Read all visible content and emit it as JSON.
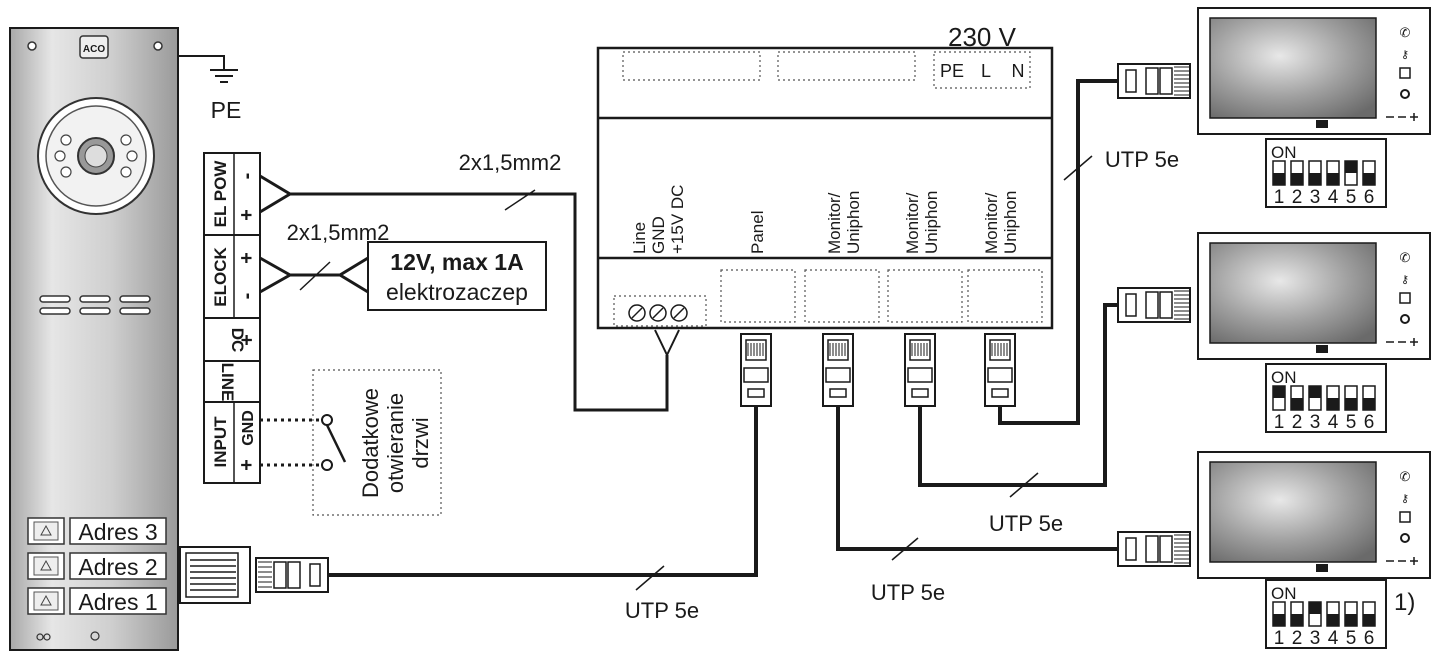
{
  "panel": {
    "logo": "ACO",
    "buttons": [
      {
        "label": "Adres 3"
      },
      {
        "label": "Adres 2"
      },
      {
        "label": "Adres 1"
      }
    ]
  },
  "ground": {
    "label": "PE"
  },
  "terminal_block": {
    "groups": [
      {
        "name": "EL POW",
        "pins": [
          "-",
          "+"
        ]
      },
      {
        "name": "ELOCK",
        "pins": [
          "+",
          "-"
        ]
      },
      {
        "name": "DC",
        "pins": [
          "+"
        ]
      },
      {
        "name": "LINE",
        "pins": []
      },
      {
        "name": "INPUT",
        "pins": [
          "GND",
          "+"
        ]
      }
    ]
  },
  "wires": {
    "el_pow_cable": "2x1,5mm2",
    "elock_cable": "2x1,5mm2",
    "utp_labels": [
      "UTP 5e",
      "UTP 5e",
      "UTP 5e",
      "UTP 5e"
    ]
  },
  "lock": {
    "rating": "12V, max 1A",
    "name": "elektrozaczep"
  },
  "extra_input": {
    "line1": "Dodatkowe",
    "line2": "otwieranie",
    "line3": "drzwi"
  },
  "psu": {
    "voltage": "230 V",
    "mains_terminals": [
      "PE",
      "L",
      "N"
    ],
    "port_labels": [
      {
        "line1": "Line",
        "line2": "GND",
        "line3": "+15V DC"
      },
      {
        "line1": "Panel"
      },
      {
        "line1": "Monitor/",
        "line2": "Uniphon"
      },
      {
        "line1": "Monitor/",
        "line2": "Uniphon"
      },
      {
        "line1": "Monitor/",
        "line2": "Uniphon"
      }
    ]
  },
  "monitors": [
    {
      "dip_on_label": "ON",
      "dip_numbers": [
        "1",
        "2",
        "3",
        "4",
        "5",
        "6"
      ],
      "dip_on": [
        false,
        false,
        false,
        false,
        true,
        false
      ],
      "note": ""
    },
    {
      "dip_on_label": "ON",
      "dip_numbers": [
        "1",
        "2",
        "3",
        "4",
        "5",
        "6"
      ],
      "dip_on": [
        true,
        false,
        true,
        false,
        false,
        false
      ],
      "note": ""
    },
    {
      "dip_on_label": "ON",
      "dip_numbers": [
        "1",
        "2",
        "3",
        "4",
        "5",
        "6"
      ],
      "dip_on": [
        false,
        false,
        true,
        false,
        false,
        false
      ],
      "note": "1)"
    }
  ],
  "colors": {
    "line": "#1a1a1a",
    "panel_metal": "#c8c8c8",
    "screen": "#8c8c8c"
  }
}
